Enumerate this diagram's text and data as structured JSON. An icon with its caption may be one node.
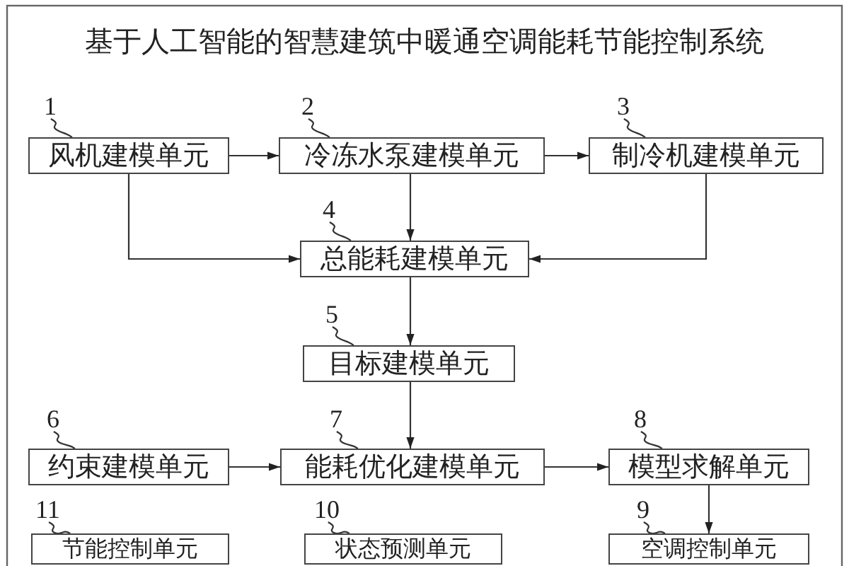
{
  "diagram": {
    "title": "基于人工智能的智慧建筑中暖通空调能耗节能控制系统",
    "nodes": [
      {
        "text": [
          "风机建模单元"
        ]
      },
      {
        "text": [
          "冷冻水泵建模单元"
        ]
      },
      {
        "text": [
          "制冷机建模单元"
        ]
      },
      {
        "text": [
          "总能耗建模单元"
        ]
      },
      {
        "text": [
          "目标建模单元"
        ]
      },
      {
        "text": [
          "约束建模单元"
        ]
      },
      {
        "text": [
          "能耗优化建模单元"
        ]
      },
      {
        "text": [
          "模型求解单元"
        ]
      },
      {
        "text": [
          "节能控制单元"
        ]
      },
      {
        "text": [
          "状态预测单元"
        ]
      },
      {
        "text": [
          "空调控制单元"
        ]
      },
      {
        "text": [
          "1"
        ]
      },
      {
        "text": [
          "2"
        ]
      },
      {
        "text": [
          "3"
        ]
      },
      {
        "text": [
          "4"
        ]
      },
      {
        "text": [
          "5"
        ]
      },
      {
        "text": [
          "6"
        ]
      },
      {
        "text": [
          "7"
        ]
      },
      {
        "text": [
          "8"
        ]
      },
      {
        "text": [
          "11"
        ]
      },
      {
        "text": [
          "10"
        ]
      },
      {
        "text": [
          "9"
        ]
      }
    ],
    "edges": [
      {
        "from": 0,
        "to": 1,
        "arrow": "to"
      },
      {
        "from": 1,
        "to": 2,
        "arrow": "to"
      },
      {
        "from": 0,
        "to": 3,
        "arrow": "to"
      },
      {
        "from": 1,
        "to": 3,
        "arrow": "to"
      },
      {
        "from": 2,
        "to": 3,
        "arrow": "to"
      },
      {
        "from": 3,
        "to": 4,
        "arrow": "to"
      },
      {
        "from": 4,
        "to": 6,
        "arrow": "to"
      },
      {
        "from": 5,
        "to": 6,
        "arrow": "to"
      },
      {
        "from": 6,
        "to": 7,
        "arrow": "to"
      },
      {
        "from": 7,
        "to": 10,
        "arrow": "to"
      },
      {
        "from": 11,
        "to": 0,
        "arrow": "none"
      },
      {
        "from": 12,
        "to": 1,
        "arrow": "none"
      },
      {
        "from": 13,
        "to": 2,
        "arrow": "none"
      },
      {
        "from": 14,
        "to": 3,
        "arrow": "none"
      },
      {
        "from": 15,
        "to": 4,
        "arrow": "none"
      },
      {
        "from": 16,
        "to": 5,
        "arrow": "none"
      },
      {
        "from": 17,
        "to": 6,
        "arrow": "none"
      },
      {
        "from": 18,
        "to": 7,
        "arrow": "none"
      },
      {
        "from": 19,
        "to": 8,
        "arrow": "none"
      },
      {
        "from": 20,
        "to": 9,
        "arrow": "none"
      },
      {
        "from": 21,
        "to": 10,
        "arrow": "none"
      }
    ]
  }
}
